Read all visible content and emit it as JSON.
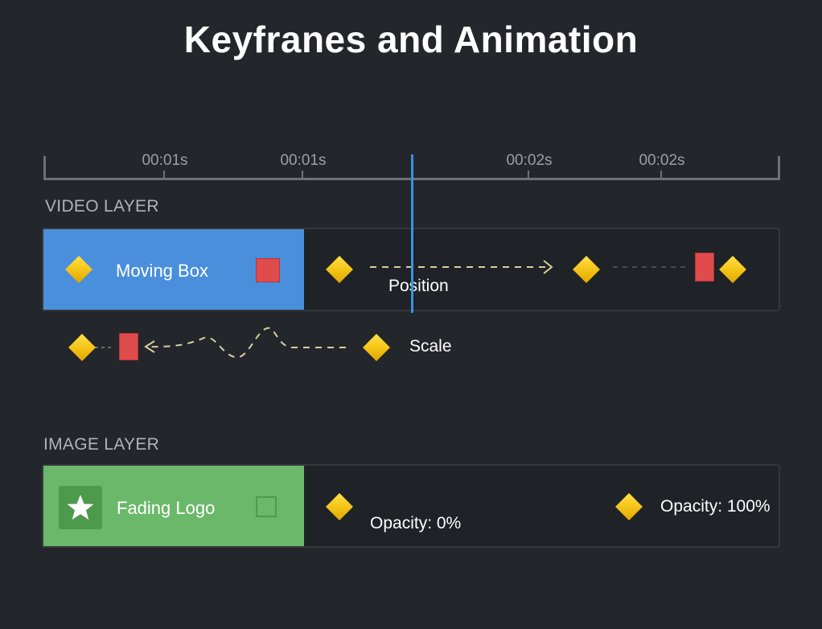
{
  "title": "Keyfranes and Animation",
  "ruler": {
    "labels": [
      "00:01s",
      "00:01s",
      "00:02s",
      "00:02s"
    ]
  },
  "video_layer": {
    "label": "VIDEO LAYER",
    "clip_name": "Moving Box",
    "position_label": "Position",
    "scale_label": "Scale",
    "clip_color": "#4a8fdb"
  },
  "image_layer": {
    "label": "IMAGE LAYER",
    "clip_name": "Fading Logo",
    "opacity_start": "Opacity: 0%",
    "opacity_end": "Opacity: 100%",
    "clip_color": "#6bb86a",
    "logo_icon": "star-icon"
  },
  "colors": {
    "background": "#23262a",
    "keyframe": "#f5c518",
    "hold_keyframe": "#e04b4b",
    "playhead": "#3d8fe0"
  }
}
